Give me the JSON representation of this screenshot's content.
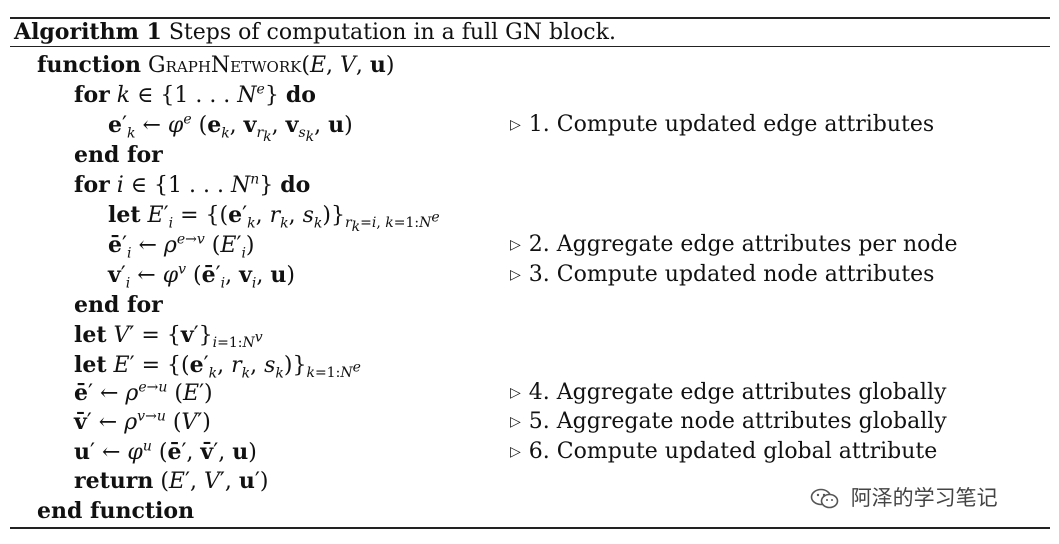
{
  "caption": {
    "prefix": "Algorithm 1",
    "text": "Steps of computation in a full GN block."
  },
  "lines": [
    {
      "kw": "function",
      "text": "GRAPHNETWORK(E, V, u)",
      "comment": ""
    },
    {
      "kw": "for",
      "text": "k ∈ {1 … Nᵉ} do",
      "comment": ""
    },
    {
      "kw": "",
      "text": "e′ₖ ← φᵉ (eₖ, v_rₖ, v_sₖ, u)",
      "comment": "1. Compute updated edge attributes"
    },
    {
      "kw": "end for",
      "text": "",
      "comment": ""
    },
    {
      "kw": "for",
      "text": "i ∈ {1 … Nⁿ} do",
      "comment": ""
    },
    {
      "kw": "let",
      "text": "E′ᵢ = {(e′ₖ, rₖ, sₖ)} rₖ=i, k=1:Nᵉ",
      "comment": ""
    },
    {
      "kw": "",
      "text": "ē′ᵢ ← ρ^(e→v) (E′ᵢ)",
      "comment": "2. Aggregate edge attributes per node"
    },
    {
      "kw": "",
      "text": "v′ᵢ ← φᵛ (ē′ᵢ, vᵢ, u)",
      "comment": "3. Compute updated node attributes"
    },
    {
      "kw": "end for",
      "text": "",
      "comment": ""
    },
    {
      "kw": "let",
      "text": "V′ = {v′} i=1:Nᵛ",
      "comment": ""
    },
    {
      "kw": "let",
      "text": "E′ = {(e′ₖ, rₖ, sₖ)} k=1:Nᵉ",
      "comment": ""
    },
    {
      "kw": "",
      "text": "ē′ ← ρ^(e→u) (E′)",
      "comment": "4. Aggregate edge attributes globally"
    },
    {
      "kw": "",
      "text": "v̄′ ← ρ^(v→u) (V′)",
      "comment": "5. Aggregate node attributes globally"
    },
    {
      "kw": "",
      "text": "u′ ← φᵘ (ē′, v̄′, u)",
      "comment": "6. Compute updated global attribute"
    },
    {
      "kw": "return",
      "text": "(E′, V′, u′)",
      "comment": ""
    },
    {
      "kw": "end function",
      "text": "",
      "comment": ""
    }
  ],
  "watermark": {
    "text": "阿泽的学习笔记",
    "icon": "wechat-icon"
  }
}
